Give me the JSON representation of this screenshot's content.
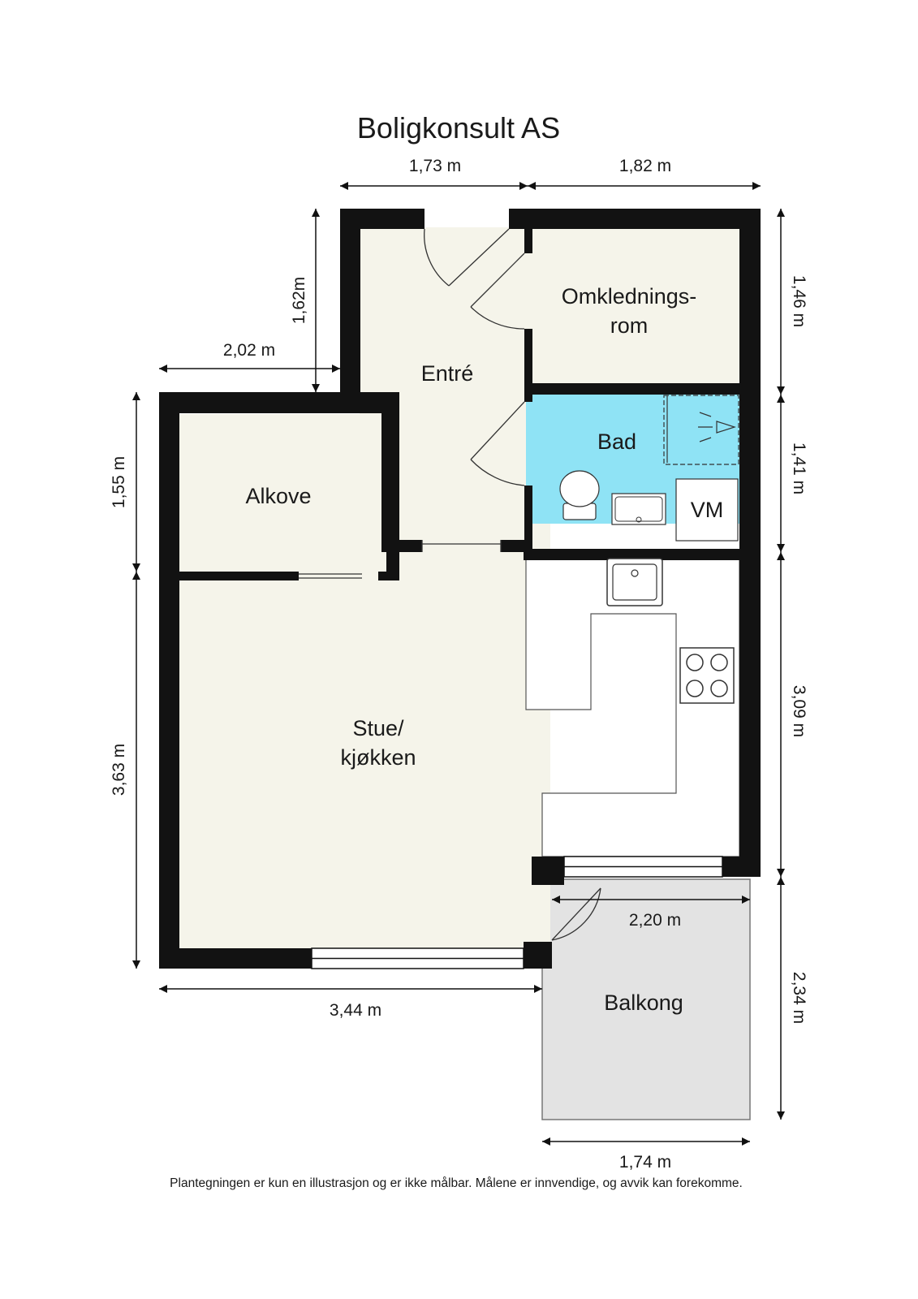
{
  "title": "Boligkonsult AS",
  "footer_note": "Plantegningen er kun en illustrasjon og er ikke målbar. Målene er innvendige, og avvik kan forekomme.",
  "colors": {
    "floor": "#f5f4ea",
    "wall": "#121212",
    "bathroom": "#8fe3f5",
    "balcony": "#e3e3e3",
    "kitchen": "#ffffff"
  },
  "rooms": {
    "omkledningsrom_line1": "Omklednings-",
    "omkledningsrom_line2": "rom",
    "entre": "Entré",
    "bad": "Bad",
    "vm": "VM",
    "alkove": "Alkove",
    "stue_line1": "Stue/",
    "stue_line2": "kjøkken",
    "balkong": "Balkong"
  },
  "dimensions": {
    "top_left": "1,73 m",
    "top_right": "1,82 m",
    "entre_height": "1,62m",
    "alkove_width": "2,02 m",
    "alkove_height": "1,55 m",
    "stue_height": "3,63 m",
    "stue_width": "3,44 m",
    "omkledning_height": "1,46 m",
    "bad_height": "1,41 m",
    "kitchen_height": "3,09 m",
    "balcony_depth": "2,34 m",
    "balcony_width_inner": "2,20 m",
    "balcony_width_outer": "1,74 m"
  }
}
